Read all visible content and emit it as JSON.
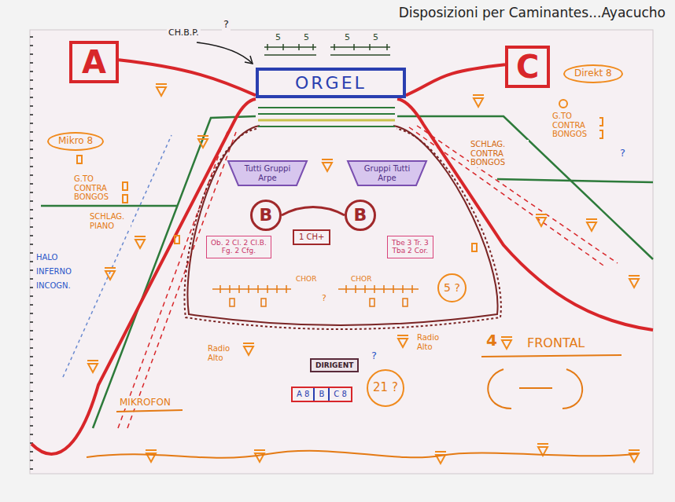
{
  "diagram": {
    "title": "Disposizioni per Caminantes...Ayacucho",
    "nodes": [
      {
        "text": [
          "A"
        ]
      },
      {
        "text": [
          "C"
        ]
      },
      {
        "text": [
          "ORGEL"
        ]
      },
      {
        "text": [
          "Mikro 8"
        ]
      },
      {
        "text": [
          "Direkt 8"
        ]
      },
      {
        "text": [
          "Tutti Gruppi Arpe"
        ]
      },
      {
        "text": [
          "Gruppi Tutti Arpe"
        ]
      },
      {
        "text": [
          "B"
        ]
      },
      {
        "text": [
          "B"
        ]
      },
      {
        "text": [
          "1 CH+"
        ]
      },
      {
        "text": [
          "Ob. 2 Cl. 2 Cl.B.",
          "Fg. 2 Cfg."
        ]
      },
      {
        "text": [
          "Tbe 3 Tr. 3",
          "Tba 2 Cor."
        ]
      },
      {
        "text": [
          "5 ?"
        ]
      },
      {
        "text": [
          "DIRIGENT"
        ]
      },
      {
        "text": [
          "21 ?"
        ]
      },
      {
        "text": [
          "A 8",
          "B",
          "C 8"
        ]
      }
    ],
    "edges": [
      {
        "from": 0,
        "to": 2,
        "arrow": "none"
      },
      {
        "from": 2,
        "to": 1,
        "arrow": "none"
      },
      {
        "from": 7,
        "to": 8,
        "arrow": "none"
      }
    ],
    "labels": [
      "CH.B.P.",
      "?",
      "5",
      "5",
      "5",
      "5",
      "G.TO CONTRA BONGOS",
      "G.TO CONTRA BONGOS",
      "SCHLAG. CONTRA BONGOS",
      "SCHLAG. PIANO",
      "HALO",
      "INFERNO",
      "INCOGN.",
      "CHOR",
      "CHOR",
      "?",
      "4",
      "FRONTAL",
      "MIKROFON",
      "Radio Alto",
      "Radio Alto",
      "?",
      "?"
    ]
  }
}
